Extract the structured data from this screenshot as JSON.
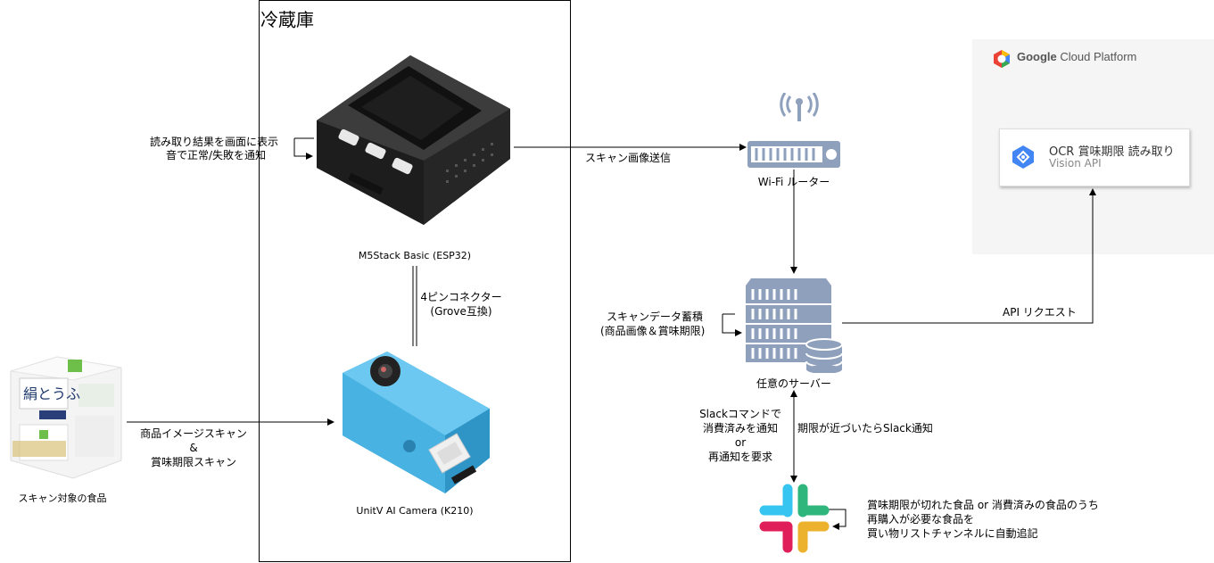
{
  "fridge": {
    "title": "冷蔵庫"
  },
  "m5stack": {
    "label": "M5Stack Basic (ESP32)",
    "annotation_line1": "読み取り結果を画面に表示",
    "annotation_line2": "音で正常/失敗を通知"
  },
  "connector": {
    "line1": "4ピンコネクター",
    "line2": "(Grove互換)"
  },
  "camera": {
    "label": "UnitV AI Camera (K210)"
  },
  "food": {
    "label": "スキャン対象の食品",
    "package_text": "絹とうふ"
  },
  "scan": {
    "line1": "商品イメージスキャン",
    "line2": "&",
    "line3": "賞味期限スキャン"
  },
  "router": {
    "label": "Wi-Fi ルーター",
    "edge_label": "スキャン画像送信"
  },
  "server": {
    "label": "任意のサーバー",
    "note_line1": "スキャンデータ蓄積",
    "note_line2": "(商品画像＆賞味期限)",
    "api_label": "API リクエスト"
  },
  "gcp": {
    "brand": "Google",
    "title_rest": "Cloud Platform",
    "service_line1": "OCR 賞味期限 読み取り",
    "service_line2": "Vision API"
  },
  "slack": {
    "cmd_line1": "Slackコマンドで",
    "cmd_line2": "消費済みを通知",
    "cmd_line3": "or",
    "cmd_line4": "再通知を要求",
    "notify": "期限が近づいたらSlack通知",
    "note_line1": "賞味期限が切れた食品 or 消費済みの食品のうち",
    "note_line2": "再購入が必要な食品を",
    "note_line3": "買い物リストチャンネルに自動追記"
  },
  "colors": {
    "gcp_bg": "#f5f5f5",
    "camera_blue": "#4db8e8",
    "slack_blue": "#36C5F0",
    "slack_green": "#2EB67D",
    "slack_red": "#E01E5A",
    "slack_yellow": "#ECB22E",
    "server_blue": "#8fa0bd"
  }
}
